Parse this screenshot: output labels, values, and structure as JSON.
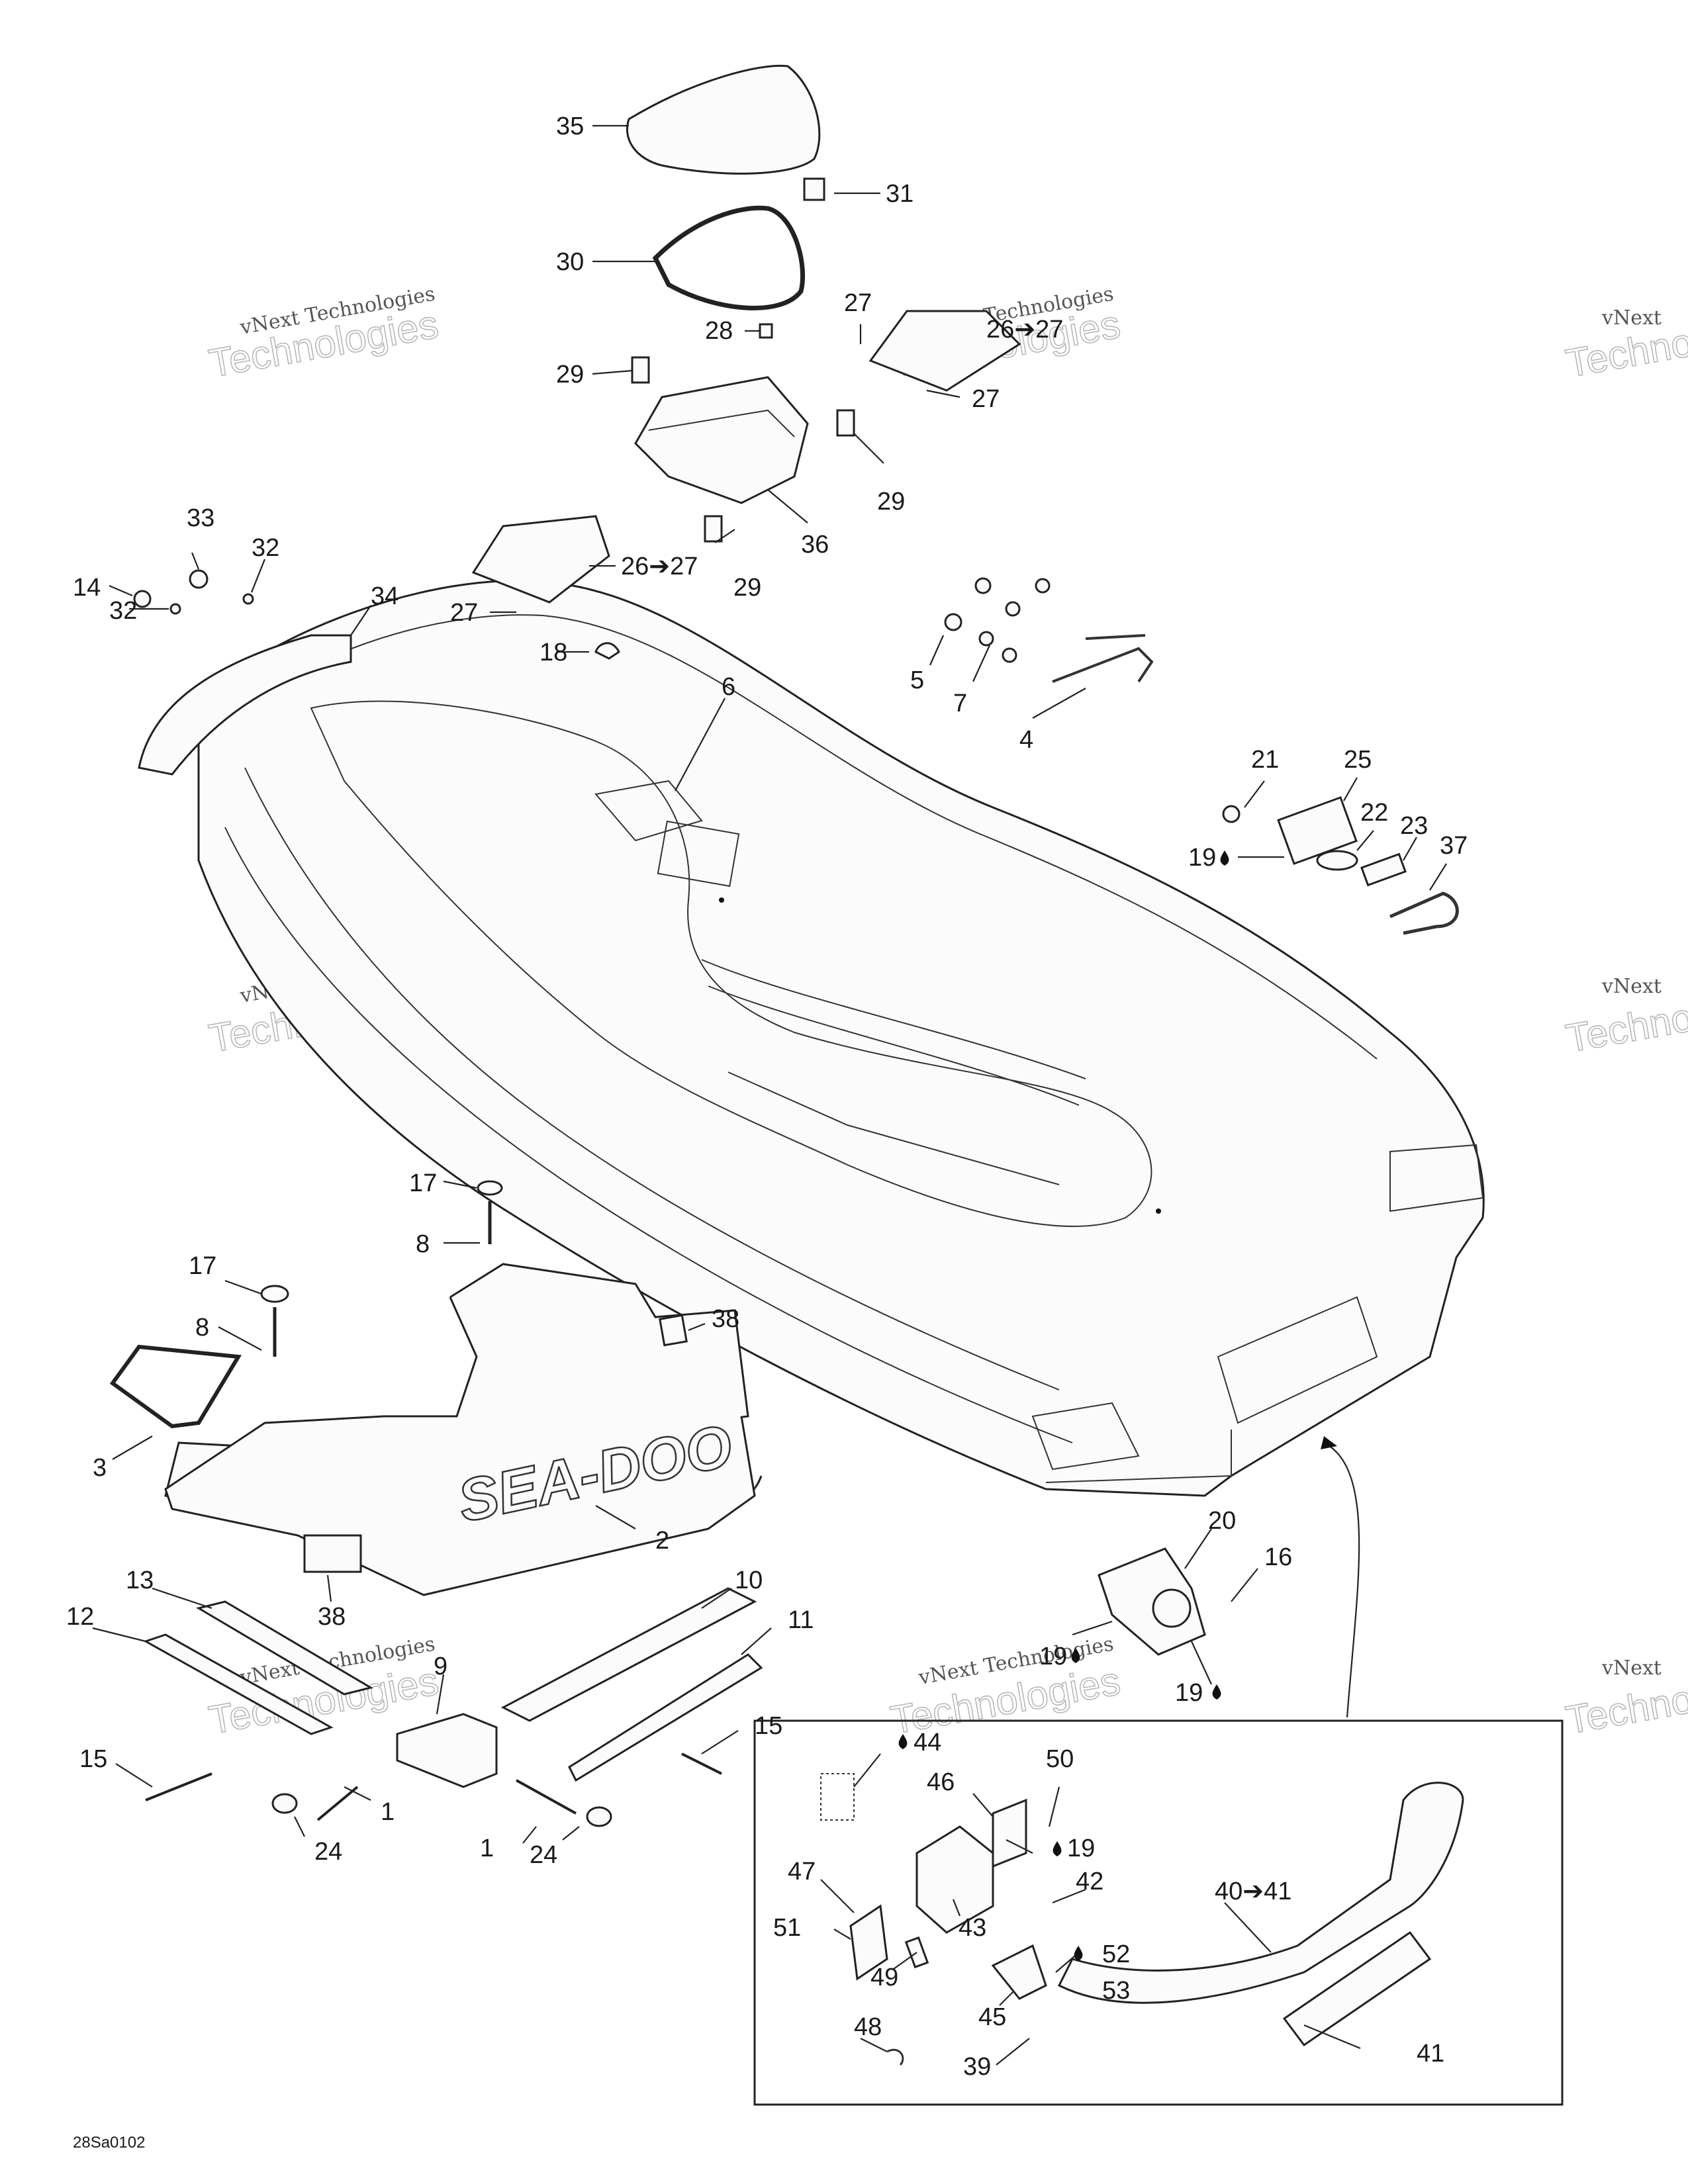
{
  "diagram_code": "28Sa0102",
  "watermark": {
    "line1": "vNext Technologies",
    "line2a": "vNext",
    "line2b": "Technologies"
  },
  "brand_logo": "SEA-DOO",
  "callouts": {
    "c1a": "1",
    "c1b": "1",
    "c2": "2",
    "c3": "3",
    "c4": "4",
    "c5": "5",
    "c6": "6",
    "c7": "7",
    "c8a": "8",
    "c8b": "8",
    "c9": "9",
    "c10": "10",
    "c11": "11",
    "c12": "12",
    "c13": "13",
    "c14": "14",
    "c15a": "15",
    "c15b": "15",
    "c16": "16",
    "c17a": "17",
    "c17b": "17",
    "c18": "18",
    "c19a": "19",
    "c19b": "19",
    "c19c": "19",
    "c19d": "19",
    "c20": "20",
    "c21": "21",
    "c22": "22",
    "c23": "23",
    "c24a": "24",
    "c24b": "24",
    "c25": "25",
    "c26a": "26➔27",
    "c26b": "26➔27",
    "c27a": "27",
    "c27b": "27",
    "c27c": "27",
    "c28": "28",
    "c29a": "29",
    "c29b": "29",
    "c29c": "29",
    "c30": "30",
    "c31": "31",
    "c32a": "32",
    "c32b": "32",
    "c33": "33",
    "c34": "34",
    "c35": "35",
    "c36": "36",
    "c37": "37",
    "c38a": "38",
    "c38b": "38",
    "c39": "39",
    "c40": "40➔41",
    "c41": "41",
    "c42": "42",
    "c43": "43",
    "c44": "44",
    "c45": "45",
    "c46": "46",
    "c47": "47",
    "c48": "48",
    "c49": "49",
    "c50": "50",
    "c51": "51",
    "c52": "52",
    "c53": "53"
  }
}
